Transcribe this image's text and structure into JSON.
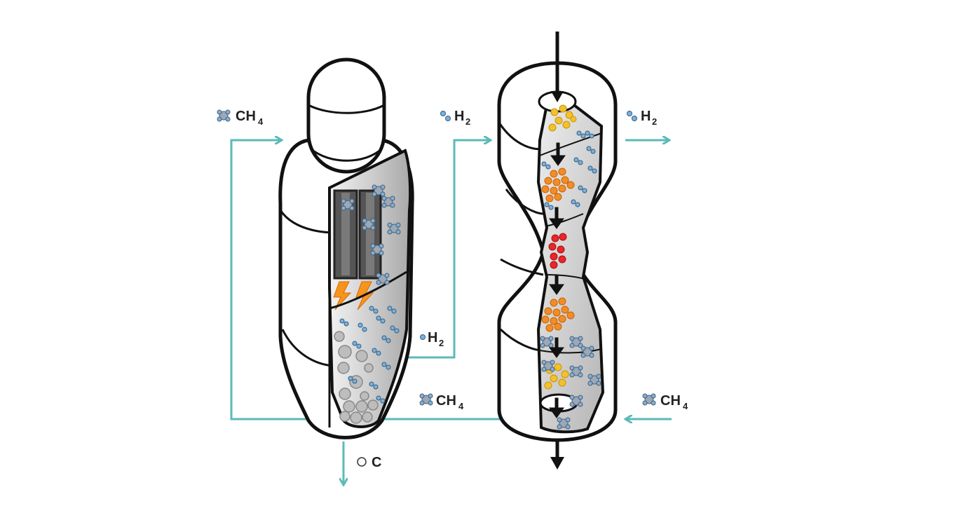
{
  "labels": {
    "ch4_main": "CH",
    "ch4_main_sub": "4",
    "h2_left": "H",
    "h2_left_sub": "2",
    "h2_mid": "H",
    "h2_mid_sub": "2",
    "h2_right": "H",
    "h2_right_sub": "2",
    "ch4_recycle": "CH",
    "ch4_recycle_sub": "4",
    "ch4_right": "CH",
    "ch4_right_sub": "4",
    "carbon": "C"
  },
  "colors": {
    "flow_line": "#5bbab9",
    "outline": "#111111",
    "electrode": "#555555",
    "h2_molecule": "#7fb0d8",
    "ch4_molecule": "#9aa8b8",
    "carbon_particle": "#b5b5b5",
    "particle_yellow": "#f2c12e",
    "particle_orange": "#f28c28",
    "particle_red": "#e8262b",
    "spark": "#f7941d"
  },
  "icons": {
    "ch4": "methane-molecule-icon",
    "h2": "hydrogen-molecule-icon",
    "carbon": "carbon-particle-icon",
    "spark": "lightning-spark-icon"
  }
}
